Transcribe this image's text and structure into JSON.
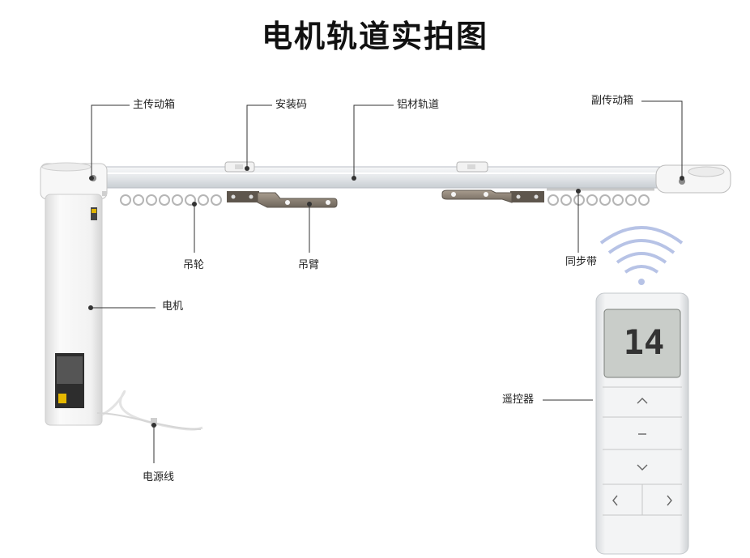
{
  "title": "电机轨道实拍图",
  "labels": {
    "main_gearbox": "主传动箱",
    "mount_clip": "安装码",
    "aluminum_track": "铝材轨道",
    "aux_gearbox": "副传动箱",
    "runner": "吊轮",
    "arm": "吊臂",
    "belt": "同步带",
    "motor": "电机",
    "remote": "遥控器",
    "power_cord": "电源线"
  },
  "remote": {
    "display_value": "14",
    "button_up_icon": "chevron-up-icon",
    "button_stop_icon": "minus-icon",
    "button_down_icon": "chevron-down-icon",
    "button_left_icon": "chevron-left-icon",
    "button_right_icon": "chevron-right-icon"
  },
  "colors": {
    "track": "#e9ecef",
    "motor": "#f4f4f4",
    "metal": "#8a7f72",
    "outline": "#b9bec4"
  }
}
